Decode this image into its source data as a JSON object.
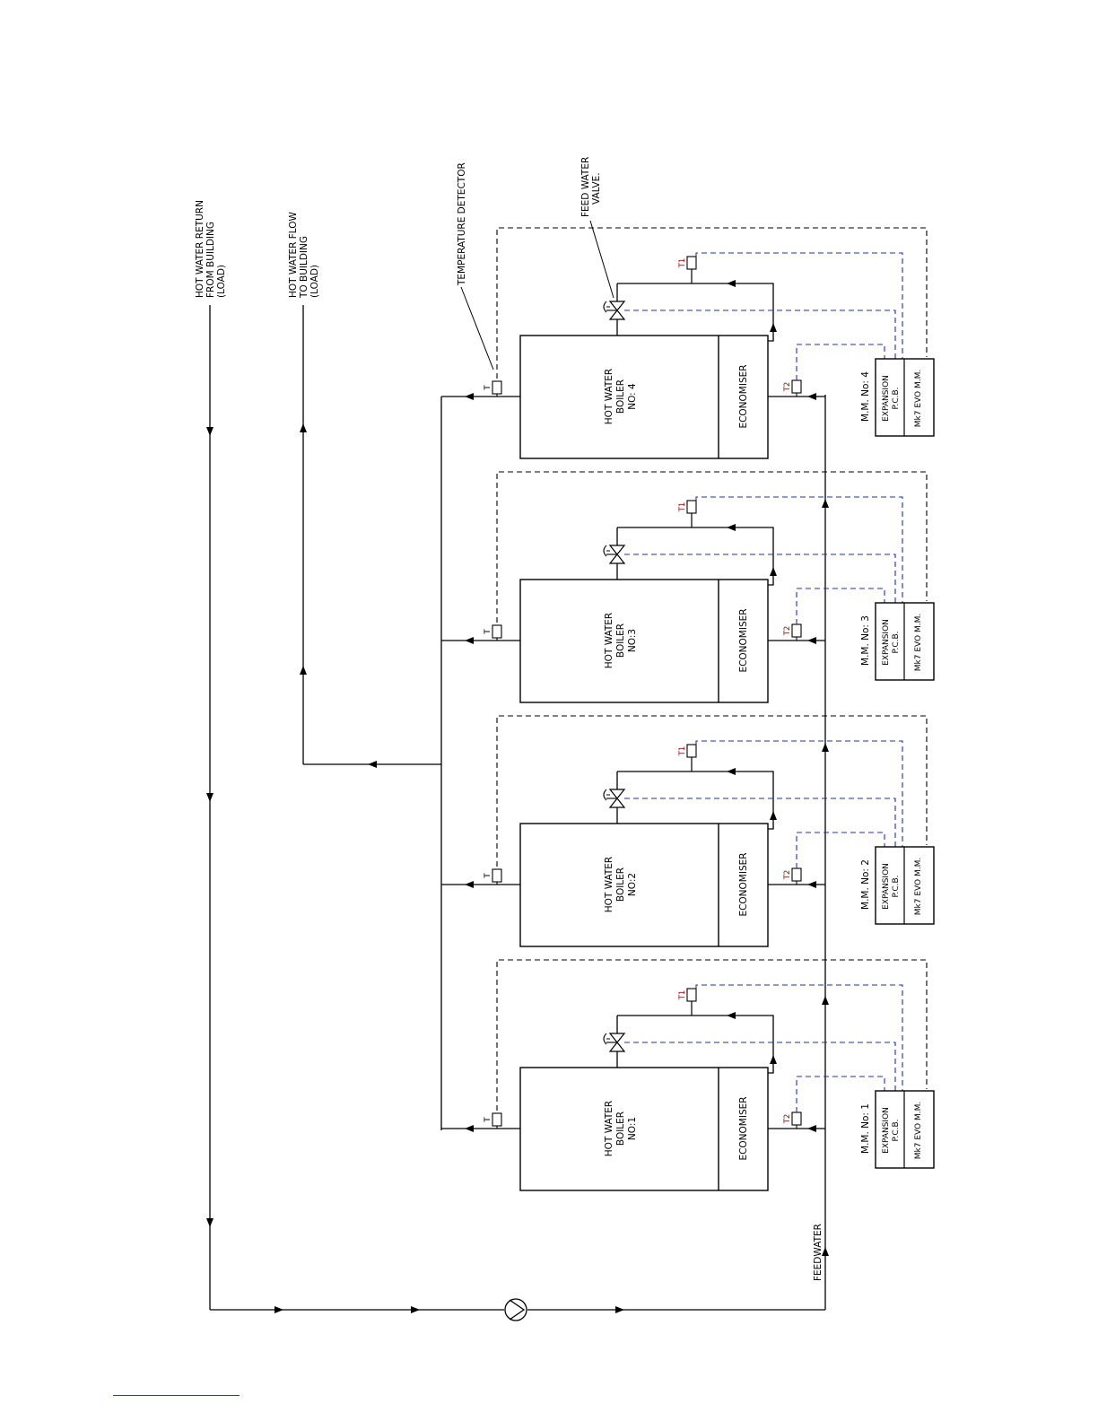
{
  "header": {
    "return_label": [
      "HOT WATER RETURN",
      "FROM BUILDING",
      "(LOAD)"
    ],
    "flow_label": [
      "HOT WATER FLOW",
      "TO BUILDING",
      "(LOAD)"
    ],
    "temp_detector_label": "TEMPERATURE DETECTOR",
    "feed_valve_label": [
      "FEED WATER",
      "VALVE."
    ],
    "feedwater_label": "FEEDWATER"
  },
  "boilers": [
    {
      "boiler_lines": [
        "HOT WATER",
        "BOILER",
        "NO:1"
      ],
      "economiser": "ECONOMISER",
      "mm_label": "M.M. No: 1",
      "expansion": [
        "EXPANSION",
        "P.C.B."
      ],
      "evo": "Mk7 EVO M.M.",
      "t": "T",
      "t1": "T1",
      "t2": "T2"
    },
    {
      "boiler_lines": [
        "HOT WATER",
        "BOILER",
        "NO:2"
      ],
      "economiser": "ECONOMISER",
      "mm_label": "M.M. No: 2",
      "expansion": [
        "EXPANSION",
        "P.C.B."
      ],
      "evo": "Mk7 EVO M.M.",
      "t": "T",
      "t1": "T1",
      "t2": "T2"
    },
    {
      "boiler_lines": [
        "HOT WATER",
        "BOILER",
        "NO:3"
      ],
      "economiser": "ECONOMISER",
      "mm_label": "M.M. No: 3",
      "expansion": [
        "EXPANSION",
        "P.C.B."
      ],
      "evo": "Mk7 EVO M.M.",
      "t": "T",
      "t1": "T1",
      "t2": "T2"
    },
    {
      "boiler_lines": [
        "HOT WATER",
        "BOILER",
        "NO: 4"
      ],
      "economiser": "ECONOMISER",
      "mm_label": "M.M. No: 4",
      "expansion": [
        "EXPANSION",
        "P.C.B."
      ],
      "evo": "Mk7 EVO M.M.",
      "t": "T",
      "t1": "T1",
      "t2": "T2"
    }
  ],
  "colors": {
    "ink": "#000000",
    "signal": "#1f2fae",
    "sensor": "#c00000",
    "link": "#1a3cc8"
  },
  "icons": {
    "pump": "pump-icon",
    "valve": "feed-valve-icon",
    "sensor": "sensor-icon"
  }
}
